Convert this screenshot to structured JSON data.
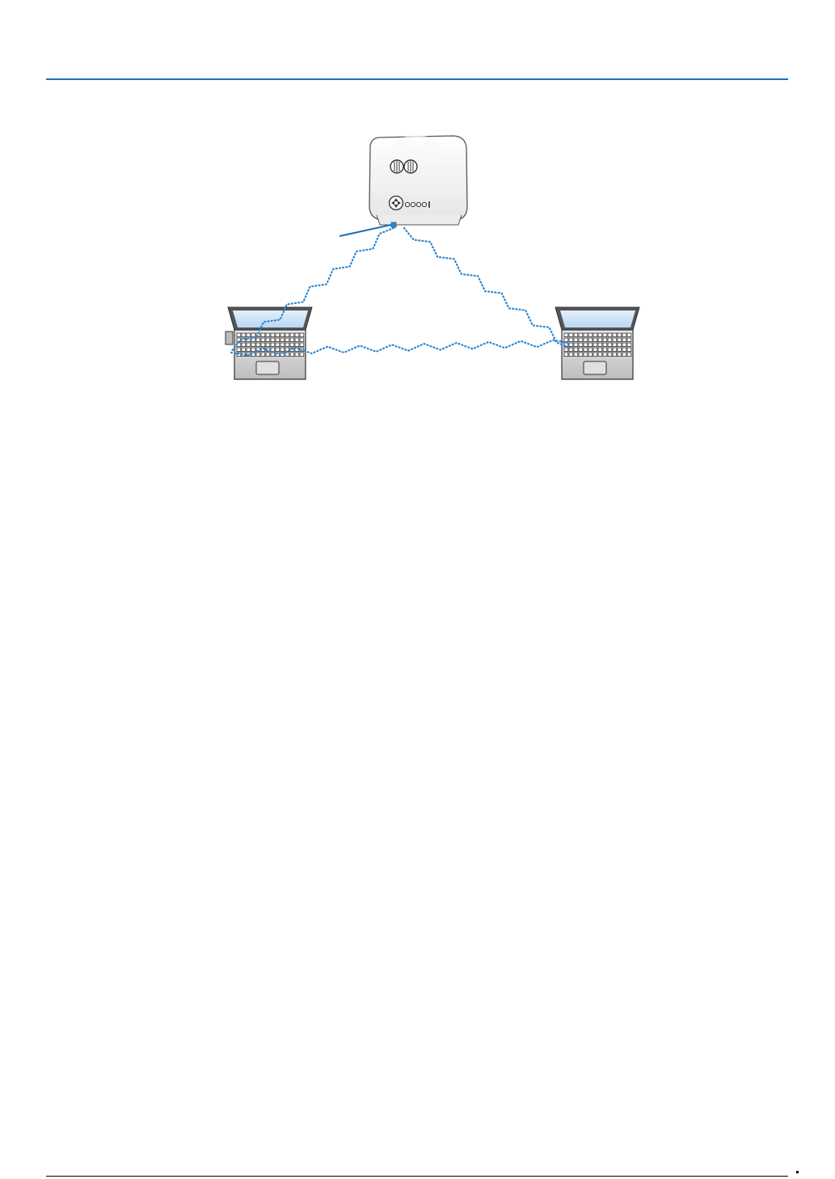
{
  "colors": {
    "accent_rule": "#1a6fc0",
    "wireless_link": "#2a86d4",
    "leader_line": "#1a6fc0",
    "screen": "#cfe4f7",
    "laptop_base": "#d9d9d9",
    "outline": "#333333"
  },
  "diagram": {
    "nodes": [
      "projector",
      "laptop-left",
      "laptop-right"
    ],
    "links": [
      {
        "from": "projector",
        "to": "laptop-left",
        "style": "wireless-dotted"
      },
      {
        "from": "projector",
        "to": "laptop-right",
        "style": "wireless-dotted"
      },
      {
        "from": "laptop-left",
        "to": "laptop-right",
        "style": "wireless-dotted"
      }
    ],
    "icons": [
      "projector-icon",
      "laptop-icon",
      "laptop-icon",
      "usb-adapter-icon"
    ]
  }
}
